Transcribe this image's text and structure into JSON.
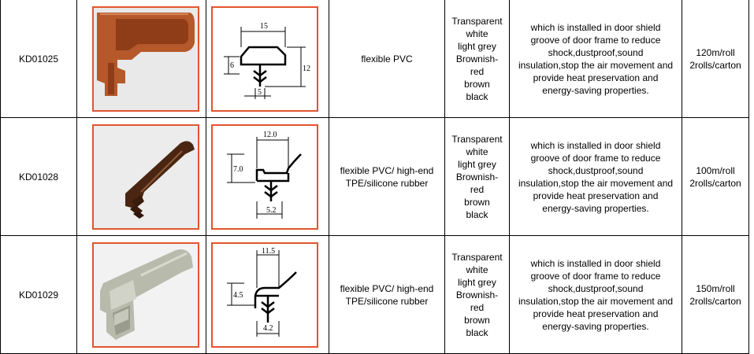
{
  "rows": [
    {
      "code": "KD01025",
      "photo_icon": "brown-seal-profile-photo",
      "drawing_icon": "seal-profile-drawing",
      "dims": [
        "15",
        "6",
        "12",
        "5"
      ],
      "material": "flexible PVC",
      "colors": [
        "Transparent",
        "white",
        "light grey",
        "Brownish-",
        "red",
        "brown",
        "black"
      ],
      "description": "which is installed in door shield groove of door frame to reduce shock,dustproof,sound insulation,stop the air movement and provide heat preservation and energy-saving properties.",
      "packing": [
        "120m/roll",
        "2rolls/carton"
      ]
    },
    {
      "code": "KD01028",
      "photo_icon": "dark-brown-seal-profile-photo",
      "drawing_icon": "seal-profile-drawing",
      "dims": [
        "12.0",
        "7.0",
        "5.2"
      ],
      "material": "flexible PVC/ high-end TPE/silicone rubber",
      "colors": [
        "Transparent",
        "white",
        "light grey",
        "Brownish-",
        "red",
        "brown",
        "black"
      ],
      "description": "which is installed in door shield groove of door frame to reduce shock,dustproof,sound insulation,stop the air movement and provide heat preservation and energy-saving properties.",
      "packing": [
        "100m/roll",
        "2rolls/carton"
      ]
    },
    {
      "code": "KD01029",
      "photo_icon": "grey-seal-profile-photo",
      "drawing_icon": "seal-profile-drawing",
      "dims": [
        "11.5",
        "4.5",
        "4.2"
      ],
      "material": "flexible PVC/ high-end TPE/silicone rubber",
      "colors": [
        "Transparent",
        "white",
        "light grey",
        "Brownish-",
        "red",
        "brown",
        "black"
      ],
      "description": "which is installed in door shield groove of door frame to reduce shock,dustproof,sound insulation,stop the air movement and provide heat preservation and energy-saving properties.",
      "packing": [
        "150m/roll",
        "2rolls/carton"
      ]
    }
  ],
  "accent_color": "#e2552e"
}
